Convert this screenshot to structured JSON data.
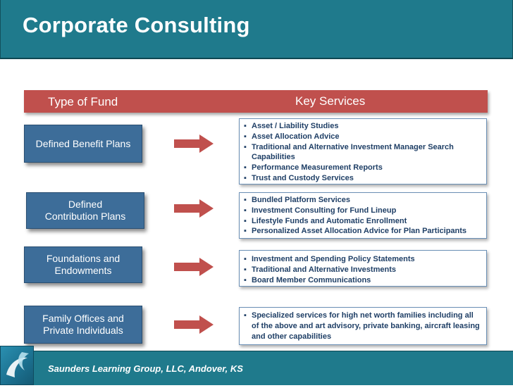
{
  "title": "Corporate Consulting",
  "header": {
    "left": "Type of Fund",
    "right": "Key Services"
  },
  "rows": [
    {
      "fund": "Defined Benefit Plans",
      "services": [
        "Asset / Liability Studies",
        "Asset Allocation Advice",
        "Traditional and Alternative Investment Manager Search Capabilities",
        "Performance Measurement Reports",
        "Trust and Custody Services"
      ]
    },
    {
      "fund": "Defined\nContribution Plans",
      "services": [
        "Bundled Platform Services",
        "Investment Consulting for Fund Lineup",
        "Lifestyle Funds and Automatic Enrollment",
        "Personalized Asset Allocation Advice for Plan Participants"
      ]
    },
    {
      "fund": "Foundations and\nEndowments",
      "services": [
        "Investment and Spending Policy Statements",
        "Traditional and Alternative Investments",
        "Board Member Communications"
      ]
    },
    {
      "fund": "Family Offices and\nPrivate Individuals",
      "services": [
        "Specialized services for high net worth families including all of the above and art advisory, private banking, aircraft leasing and other capabilities"
      ]
    }
  ],
  "footer": "Saunders Learning Group, LLC, Andover, KS",
  "colors": {
    "title_bar": "#1f7a8c",
    "header_band": "#c0504d",
    "fund_box": "#3d6d99",
    "arrow": "#c0504d",
    "service_text": "#1f3f66"
  },
  "icons": {
    "logo": "swirl-logo-icon",
    "arrow": "right-arrow-icon"
  }
}
